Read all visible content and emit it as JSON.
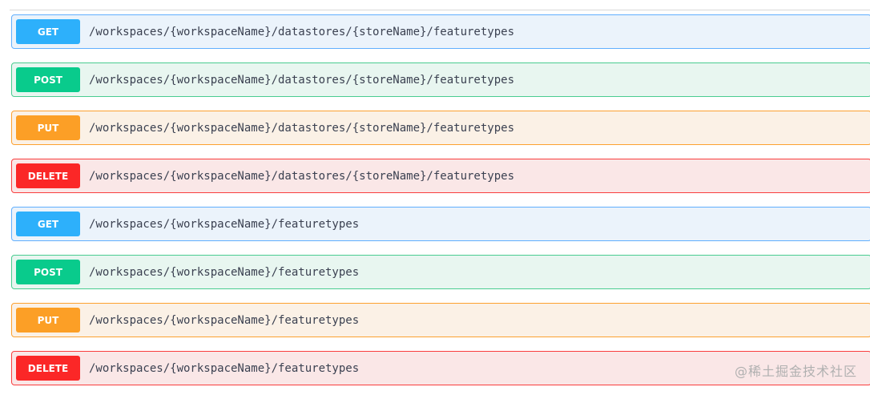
{
  "operations": [
    {
      "method": "GET",
      "path": "/workspaces/{workspaceName}/datastores/{storeName}/featuretypes"
    },
    {
      "method": "POST",
      "path": "/workspaces/{workspaceName}/datastores/{storeName}/featuretypes"
    },
    {
      "method": "PUT",
      "path": "/workspaces/{workspaceName}/datastores/{storeName}/featuretypes"
    },
    {
      "method": "DELETE",
      "path": "/workspaces/{workspaceName}/datastores/{storeName}/featuretypes"
    },
    {
      "method": "GET",
      "path": "/workspaces/{workspaceName}/featuretypes"
    },
    {
      "method": "POST",
      "path": "/workspaces/{workspaceName}/featuretypes"
    },
    {
      "method": "PUT",
      "path": "/workspaces/{workspaceName}/featuretypes"
    },
    {
      "method": "DELETE",
      "path": "/workspaces/{workspaceName}/featuretypes"
    }
  ],
  "colors": {
    "get": "#2db0fb",
    "post": "#09cb8c",
    "put": "#fc9f26",
    "delete": "#fb2727"
  },
  "watermark": "@稀土掘金技术社区"
}
